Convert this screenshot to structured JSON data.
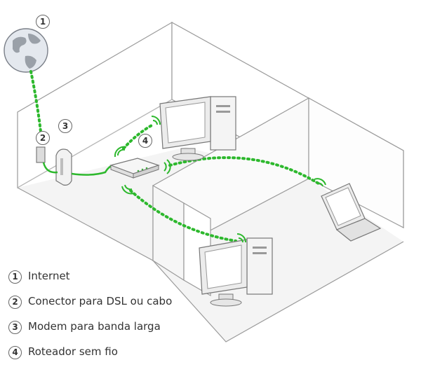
{
  "callouts": {
    "c1": "1",
    "c2": "2",
    "c3": "3",
    "c4": "4"
  },
  "legend": [
    {
      "num": "1",
      "label": "Internet"
    },
    {
      "num": "2",
      "label": "Conector para DSL ou cabo"
    },
    {
      "num": "3",
      "label": "Modem para banda larga"
    },
    {
      "num": "4",
      "label": "Roteador sem fio"
    }
  ],
  "colors": {
    "wireless": "#2db82d",
    "cable": "#2db82d",
    "wall": "#9a9a9a",
    "floor": "#f2f2f2"
  },
  "icons": [
    "globe-icon",
    "wall-jack-icon",
    "modem-icon",
    "router-icon",
    "desktop-computer-icon",
    "laptop-icon",
    "wireless-signal-icon"
  ]
}
